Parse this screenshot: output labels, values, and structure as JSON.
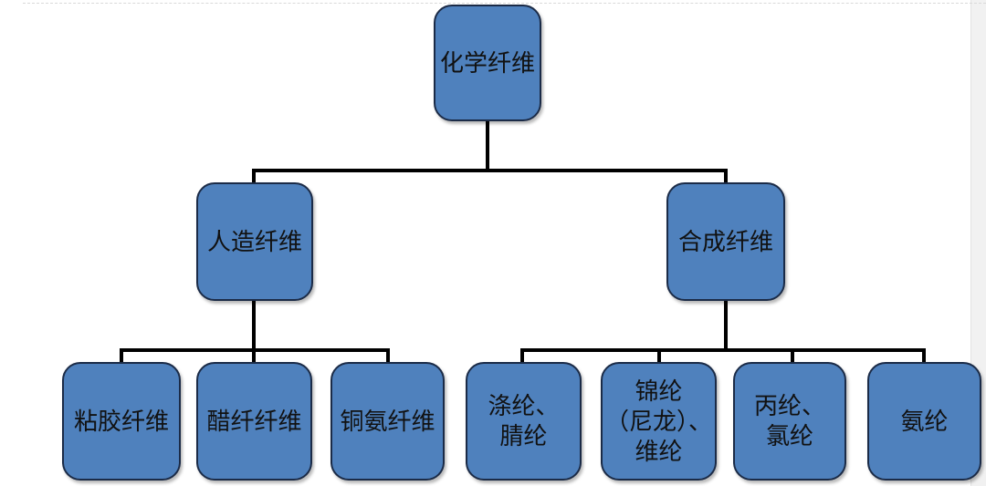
{
  "diagram": {
    "type": "tree",
    "nodes": [
      {
        "id": "chemical-fiber",
        "label": [
          "化学纤维"
        ],
        "parent": null
      },
      {
        "id": "manmade-fiber",
        "label": [
          "人造纤维"
        ],
        "parent": "chemical-fiber"
      },
      {
        "id": "synthetic-fiber",
        "label": [
          "合成纤维"
        ],
        "parent": "chemical-fiber"
      },
      {
        "id": "viscose-fiber",
        "label": [
          "粘胶纤维"
        ],
        "parent": "manmade-fiber"
      },
      {
        "id": "acetate-fiber",
        "label": [
          "醋纤纤维"
        ],
        "parent": "manmade-fiber"
      },
      {
        "id": "cuprammonium-fiber",
        "label": [
          "铜氨纤维"
        ],
        "parent": "manmade-fiber"
      },
      {
        "id": "polyester-acrylic",
        "label": [
          "涤纶、",
          "腈纶"
        ],
        "parent": "synthetic-fiber"
      },
      {
        "id": "nylon-vinylon",
        "label": [
          "锦纶",
          "（尼龙）、",
          "维纶"
        ],
        "parent": "synthetic-fiber"
      },
      {
        "id": "polypropylene-chlorofiber",
        "label": [
          "丙纶、",
          "氯纶"
        ],
        "parent": "synthetic-fiber"
      },
      {
        "id": "spandex",
        "label": [
          "氨纶"
        ],
        "parent": "synthetic-fiber"
      }
    ],
    "colors": {
      "node_fill": "#4f81bd",
      "node_border": "#1b2b47",
      "connector": "#000000",
      "text": "#111111",
      "page_edge_fill": "#f1f1f1",
      "boundary_dash": "#d9d9d9"
    }
  }
}
